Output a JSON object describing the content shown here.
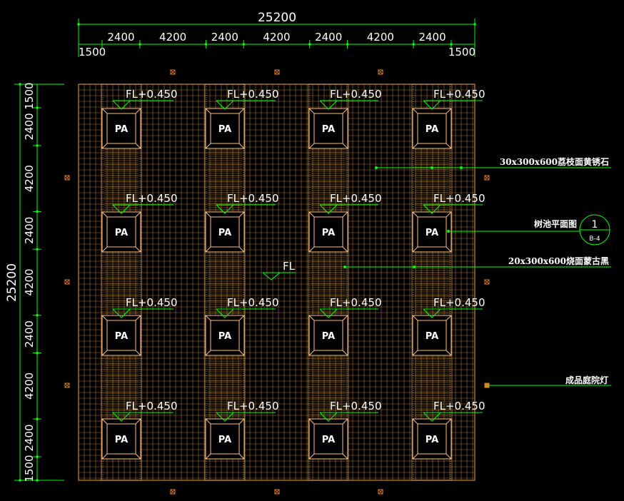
{
  "dimensions": {
    "overall_top": "25200",
    "overall_left": "25200",
    "top_segments": [
      "2400",
      "4200",
      "2400",
      "4200",
      "2400",
      "4200",
      "2400"
    ],
    "top_end_left": "1500",
    "top_end_right": "1500",
    "left_segments": [
      "1500",
      "2400",
      "4200",
      "2400",
      "4200",
      "2400",
      "4200",
      "2400",
      "1500"
    ]
  },
  "level_tag": "FL+0.450",
  "level_plain": "FL",
  "planter_label": "PA",
  "callouts": {
    "stone_top": "30x300x600荔枝面黄锈石",
    "tree_pit": "树池平面图",
    "stone_mid": "20x300x600烧面蒙古黑",
    "lamp": "成品庭院灯"
  },
  "detail_marker": {
    "number": "1",
    "sheet": "B-4"
  },
  "colors": {
    "background": "#000000",
    "dimension_line": "#00ff00",
    "paving_grid": "#c88a38",
    "planter_frame": "#ffc080",
    "text": "#ffffff",
    "lamp": "#e08020"
  }
}
